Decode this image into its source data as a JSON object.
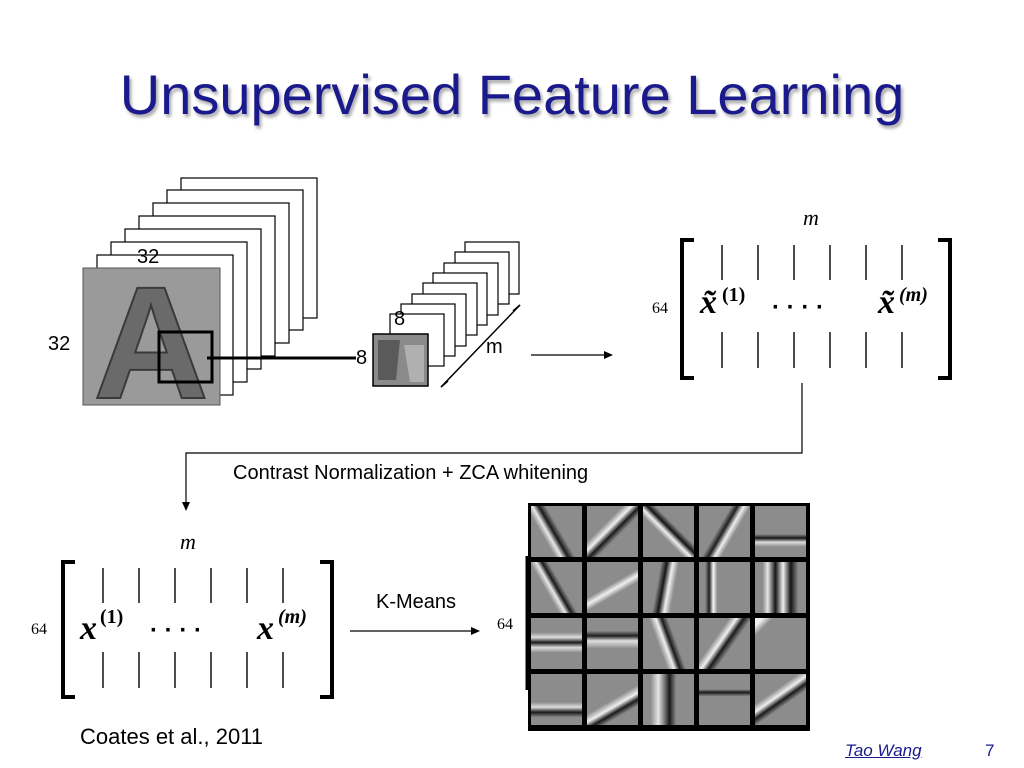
{
  "slide": {
    "title": "Unsupervised Feature Learning",
    "citation": "Coates et al., 2011",
    "author": "Tao Wang",
    "page_number": "7"
  },
  "image_stack": {
    "width_label": "32",
    "height_label": "32",
    "letter": "A"
  },
  "patch_stack": {
    "width_label": "8",
    "height_label": "8",
    "count_label": "m"
  },
  "whitened_matrix": {
    "cols_label": "m",
    "rows_label": "64",
    "first_col": "x̃",
    "first_sup": "(1)",
    "last_col": "x̃",
    "last_sup": "(m)",
    "dots": "· · · ·"
  },
  "step_label": "Contrast Normalization + ZCA whitening",
  "raw_matrix": {
    "cols_label": "m",
    "rows_label": "64",
    "first_col": "x",
    "first_sup": "(1)",
    "last_col": "x",
    "last_sup": "(m)",
    "dots": "· · · ·"
  },
  "kmeans_label": "K-Means",
  "filters": {
    "rows_label": "64",
    "grid": "5x4"
  }
}
